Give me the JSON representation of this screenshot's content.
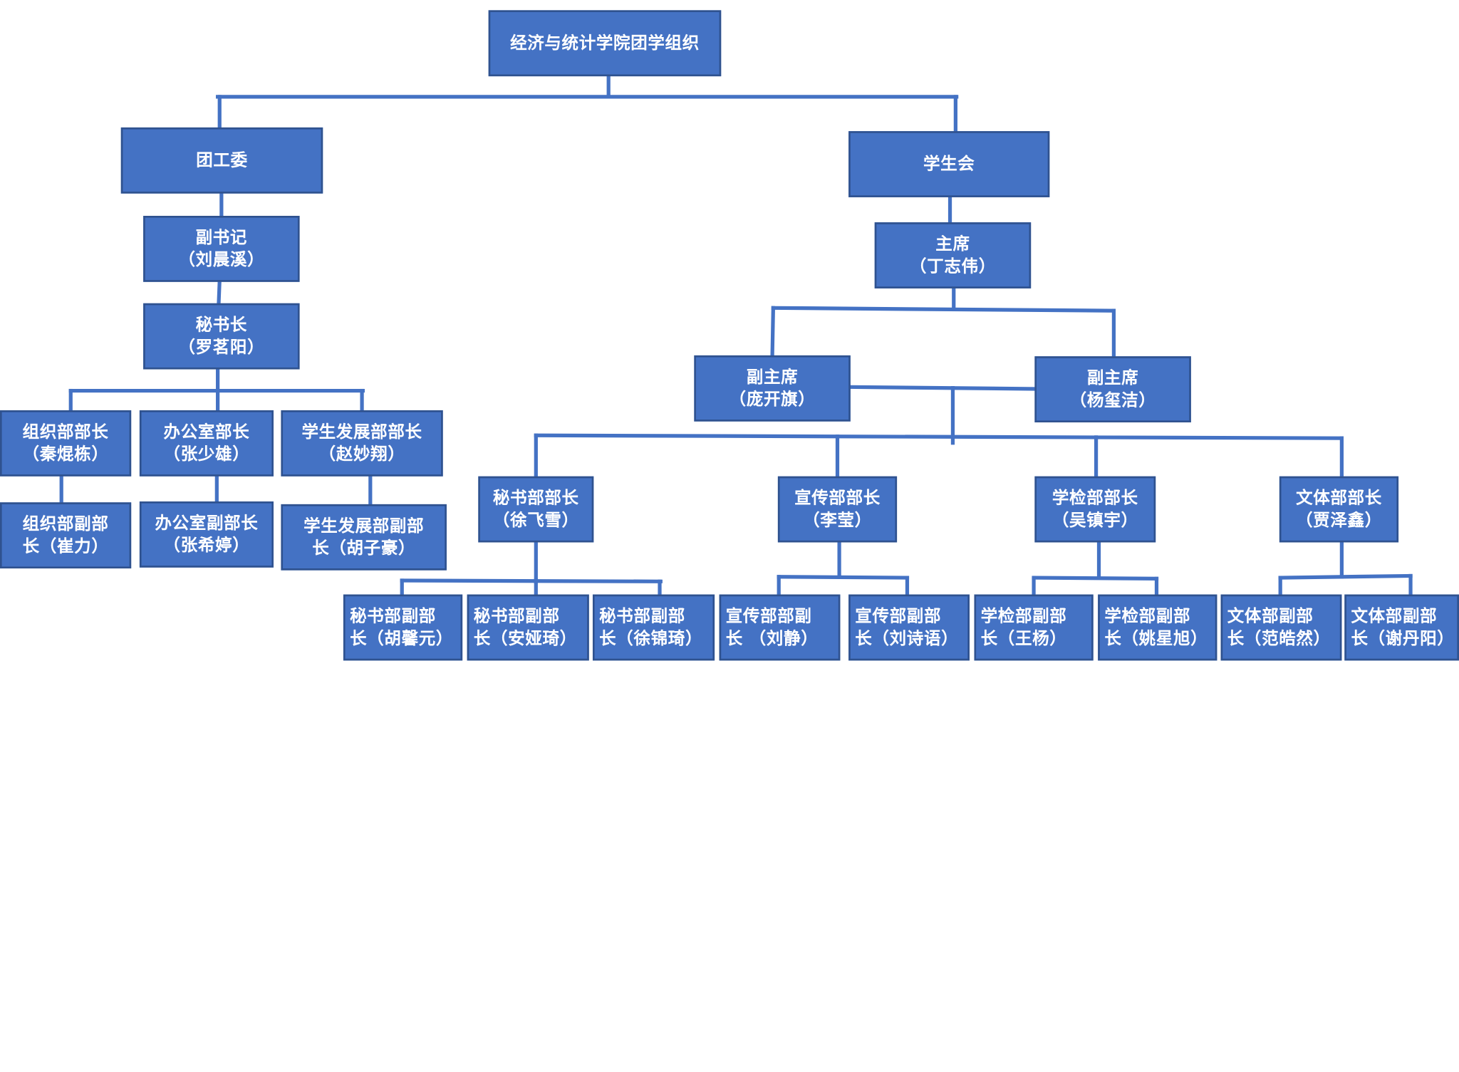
{
  "line_color": "#4472c4",
  "box_fill": "#4472c4",
  "box_border": "#2f528f",
  "text_color": "#ffffff",
  "nodes": {
    "root": {
      "line1": "经济与统计学院团学组织",
      "line2": ""
    },
    "tuangongwei": {
      "line1": "团工委",
      "line2": ""
    },
    "fushuji": {
      "line1": "副书记",
      "line2": "（刘晨溪）"
    },
    "mishuzhang": {
      "line1": "秘书长",
      "line2": "（罗茗阳）"
    },
    "zuzhi_head": {
      "line1": "组织部部长",
      "line2": "（秦焜栋）"
    },
    "bangongshi_head": {
      "line1": "办公室部长",
      "line2": "（张少雄）"
    },
    "xuesheng_fazhan_head": {
      "line1": "学生发展部部长",
      "line2": "（赵妙翔）"
    },
    "zuzhi_deputy": {
      "line1": "组织部副部",
      "line2": "长（崔力）"
    },
    "bangongshi_deputy": {
      "line1": "办公室副部长",
      "line2": "（张希婷）"
    },
    "xuesheng_fazhan_deputy": {
      "line1": "学生发展部副部",
      "line2": "长（胡子豪）"
    },
    "xueshenghui": {
      "line1": "学生会",
      "line2": ""
    },
    "zhuxi": {
      "line1": "主席",
      "line2": "（丁志伟）"
    },
    "fuzhuxi_pang": {
      "line1": "副主席",
      "line2": "（庞开旗）"
    },
    "fuzhuxi_yang": {
      "line1": "副主席",
      "line2": "（杨玺洁）"
    },
    "mishu_head": {
      "line1": "秘书部部长",
      "line2": "（徐飞雪）"
    },
    "xuanchuan_head": {
      "line1": "宣传部部长",
      "line2": "（李莹）"
    },
    "xuejian_head": {
      "line1": "学检部部长",
      "line2": "（吴镇宇）"
    },
    "wenti_head": {
      "line1": "文体部部长",
      "line2": "（贾泽鑫）"
    },
    "mishu_dep_1": {
      "line1": "秘书部副部",
      "line2": "长（胡馨元）"
    },
    "mishu_dep_2": {
      "line1": "秘书部副部",
      "line2": "长（安娅琦）"
    },
    "mishu_dep_3": {
      "line1": "秘书部副部",
      "line2": "长（徐锦琦）"
    },
    "xuanchuan_dep_1": {
      "line1": "宣传部部副",
      "line2": "长 （刘静）"
    },
    "xuanchuan_dep_2": {
      "line1": "宣传部副部",
      "line2": "长（刘诗语）"
    },
    "xuejian_dep_1": {
      "line1": "学检部副部",
      "line2": "长（王杨）"
    },
    "xuejian_dep_2": {
      "line1": "学检部副部",
      "line2": "长（姚星旭）"
    },
    "wenti_dep_1": {
      "line1": "文体部副部",
      "line2": "长（范皓然）"
    },
    "wenti_dep_2": {
      "line1": "文体部副部",
      "line2": "长（谢丹阳）"
    }
  }
}
